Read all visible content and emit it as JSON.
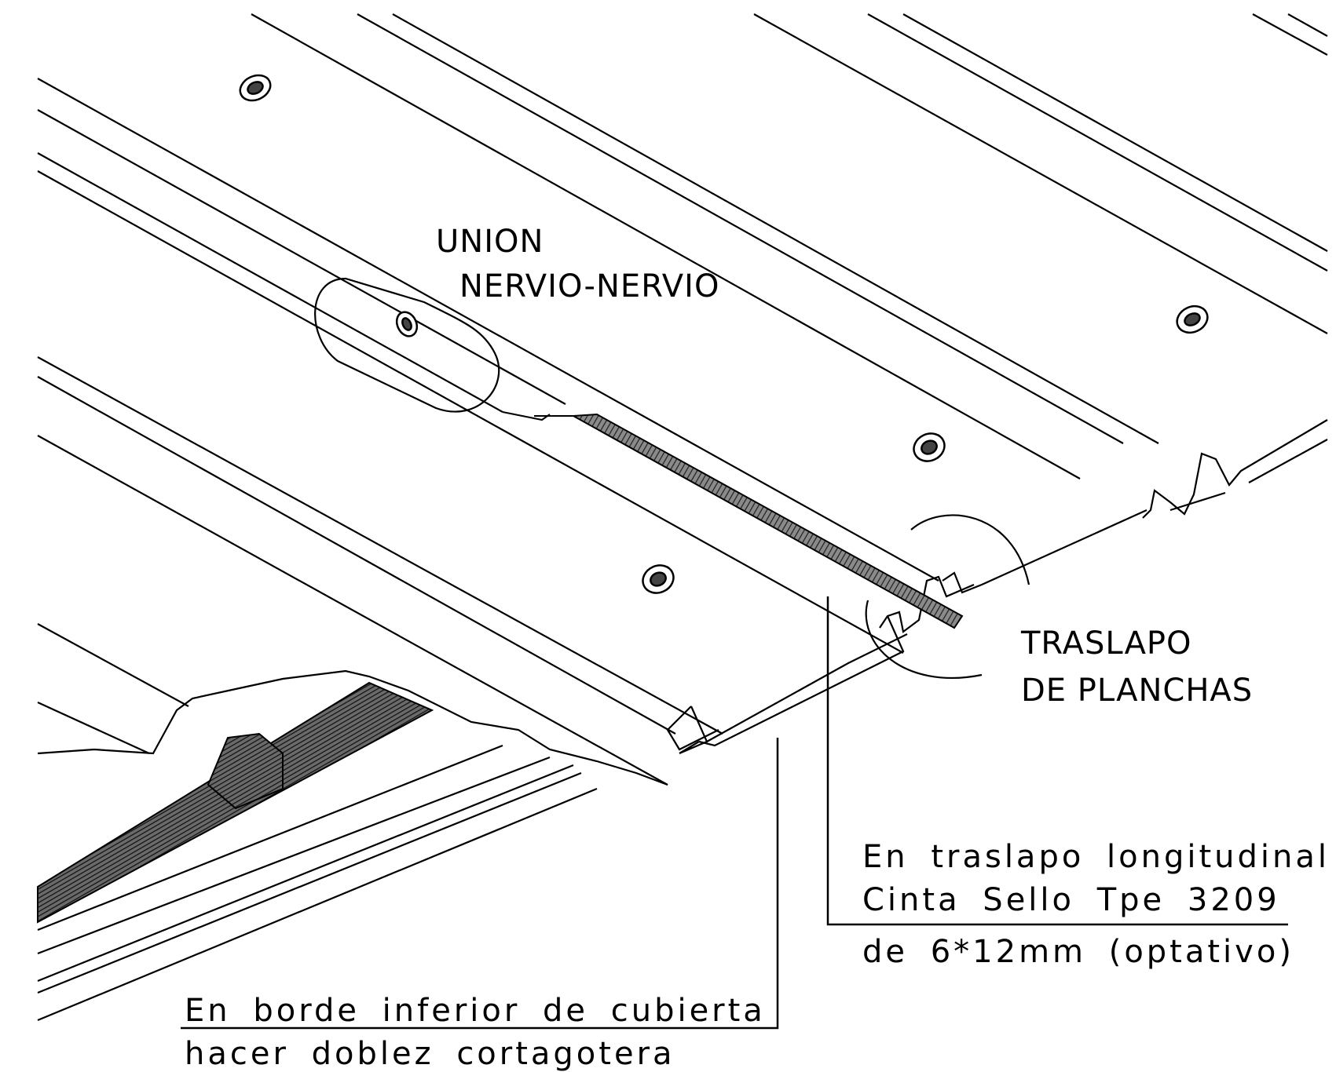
{
  "labels": {
    "union_line1": "UNION",
    "union_line2": "NERVIO-NERVIO",
    "traslapo_line1": "TRASLAPO",
    "traslapo_line2": "DE  PLANCHAS",
    "longitudinal_line1": "En traslapo longitudinal",
    "longitudinal_line2": "Cinta Sello Tpe 3209",
    "longitudinal_line3": "de 6*12mm (optativo)",
    "borde_line1": "En borde inferior de cubierta",
    "borde_line2": "hacer doblez cortagotera"
  },
  "colors": {
    "line": "#000000",
    "background": "#ffffff",
    "hatch": "#555555"
  }
}
